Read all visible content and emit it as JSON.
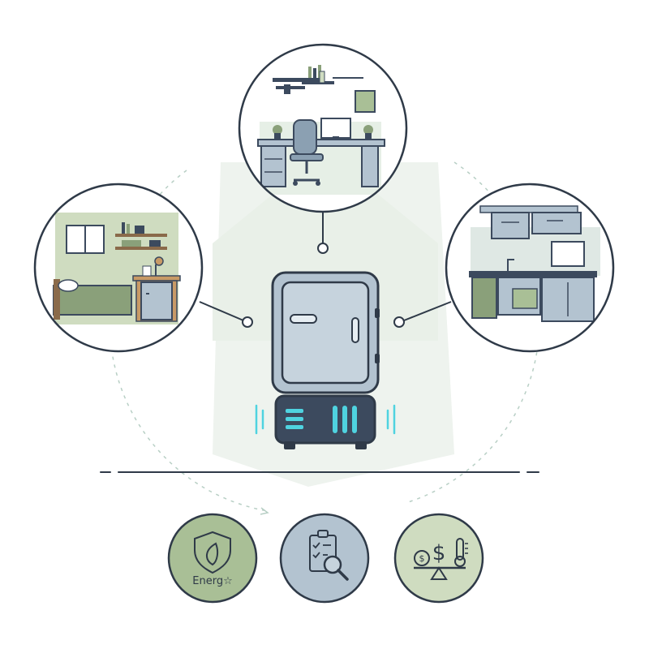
{
  "scenes": [
    {
      "id": "dorm-bedroom",
      "icon": "bedroom-desk-scene"
    },
    {
      "id": "home-office",
      "icon": "office-desk-scene"
    },
    {
      "id": "kitchen",
      "icon": "kitchen-scene"
    }
  ],
  "central_device": {
    "icon": "mini-fridge-icon"
  },
  "features": [
    {
      "id": "energy",
      "icon": "leaf-shield-icon",
      "label": "Energ☆"
    },
    {
      "id": "review",
      "icon": "clipboard-magnifier-icon",
      "label": ""
    },
    {
      "id": "cost-temperature",
      "icon": "cost-thermometer-balance-icon",
      "label": ""
    }
  ],
  "colors": {
    "outline": "#2f3a48",
    "fridge_body": "#b3c3d0",
    "fridge_base": "#3c4a5e",
    "accent_teal": "#4fd3e0",
    "sage": "#a9bf96",
    "sage_light": "#cfdcc0",
    "backdrop": "#eef3ee"
  }
}
